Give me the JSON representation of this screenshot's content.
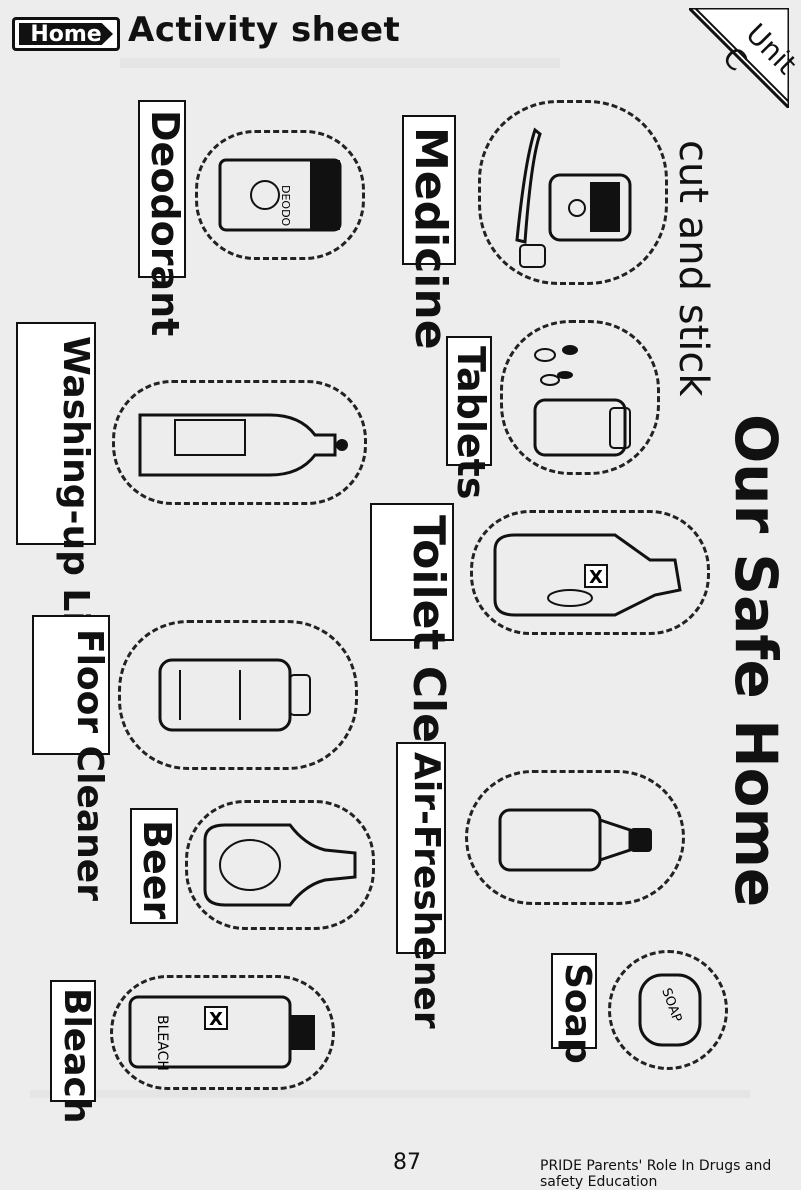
{
  "header": {
    "tab_label": "Home",
    "sheet_title": "Activity sheet",
    "unit_label": "Unit C"
  },
  "page_title": "Our Safe Home",
  "instruction": "cut and stick",
  "labels": {
    "deodorant": "Deodorant",
    "medicine": "Medicine",
    "tablets": "Tablets",
    "washing_up": "Washing-up Liquid",
    "toilet_cleaner": "Toilet Cleaner",
    "floor_cleaner": "Floor Cleaner",
    "air_freshener": "Air-Freshener",
    "beer": "Beer",
    "bleach": "Bleach",
    "soap": "Soap"
  },
  "product_texts": {
    "deodorant_can": "DEODO",
    "bleach_bottle": "BLEACH",
    "soap_bar": "SOAP"
  },
  "footer": {
    "page_number": "87",
    "credit": "PRIDE Parents' Role In Drugs and safety Education"
  }
}
